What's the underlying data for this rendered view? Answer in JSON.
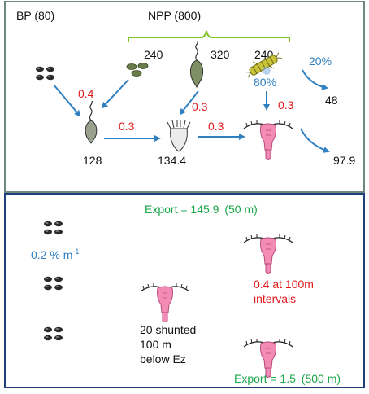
{
  "colors": {
    "frame_top": "#6f8a7d",
    "frame_bottom": "#1f3f7a",
    "arrow": "#2f7fc1",
    "red": "#e31a1c",
    "blue": "#2f7fc1",
    "green": "#1aa64a",
    "bracket": "#7fc31f",
    "pink": "#f28cb6",
    "dark": "#222222"
  },
  "top_panel": {
    "bp_label": "BP (80)",
    "npp_label": "NPP (800)",
    "npp_split": [
      "240",
      "320",
      "240"
    ],
    "grazing_fraction": "0.4",
    "transfer_fractions": [
      "0.3",
      "0.3",
      "0.3",
      "0.3"
    ],
    "flagellate_value": "128",
    "ciliate_value": "134.4",
    "to_zooplankton_pct": "80%",
    "bypass_pct": "20%",
    "bypass_value": "48",
    "mesozoo_loss_value": "97.9"
  },
  "bottom_panel": {
    "export_top_label": "Export = 145.9",
    "export_top_depth": "(50 m)",
    "attenuation_text": "0.2 % m",
    "attenuation_superscript": "-1",
    "fraction_text_line1": "0.4 at 100m",
    "fraction_text_line2": "intervals",
    "shunt_text_line1": "20 shunted",
    "shunt_text_line2": "100 m",
    "shunt_text_line3": "below Ez",
    "export_bottom_label": "Export = 1.5",
    "export_bottom_depth": "(500 m)"
  },
  "icons": [
    "bacteria-cluster-icon",
    "phytoplankton-cluster-icon",
    "flagellate-icon",
    "diatom-chain-icon",
    "ciliate-icon",
    "copepod-icon"
  ]
}
